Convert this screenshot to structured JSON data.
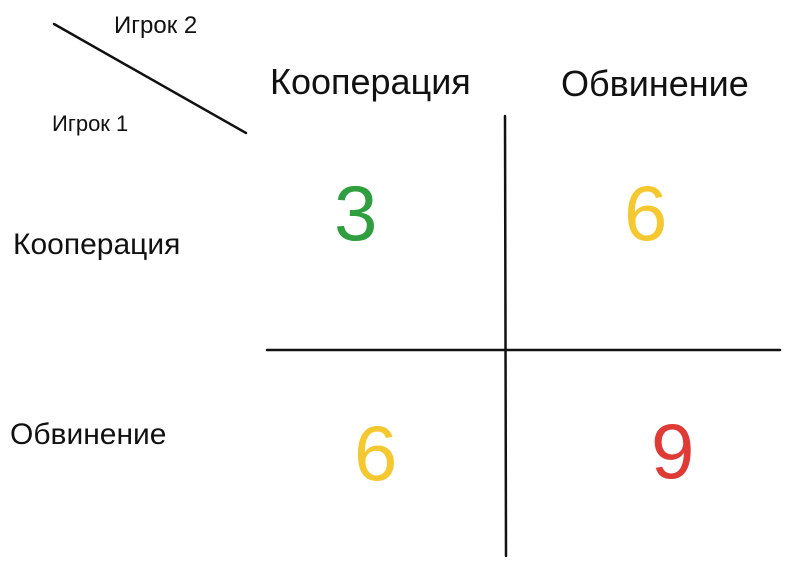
{
  "header": {
    "player2_label": "Игрок 2",
    "player1_label": "Игрок 1"
  },
  "columns": [
    {
      "label": "Кооперация"
    },
    {
      "label": "Обвинение"
    }
  ],
  "rows": [
    {
      "label": "Кооперация"
    },
    {
      "label": "Обвинение"
    }
  ],
  "cells": [
    {
      "value": "3",
      "color": "#2e9e3e"
    },
    {
      "value": "6",
      "color": "#f5c830"
    },
    {
      "value": "6",
      "color": "#f5c830"
    },
    {
      "value": "9",
      "color": "#e03a36"
    }
  ],
  "colors": {
    "ink": "#111111"
  }
}
